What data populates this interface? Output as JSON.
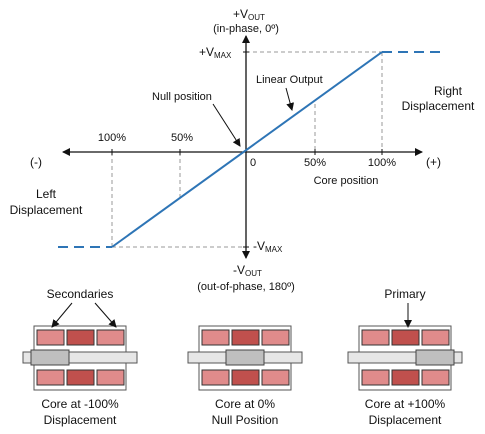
{
  "graph": {
    "y_top_label_main": "+V",
    "y_top_label_sub": "OUT",
    "y_top_note": "(in-phase, 0º)",
    "y_bottom_label_main": "-V",
    "y_bottom_label_sub": "OUT",
    "y_bottom_note": "(out-of-phase, 180º)",
    "vmax_pos_main": "+V",
    "vmax_pos_sub": "MAX",
    "vmax_neg_main": "-V",
    "vmax_neg_sub": "MAX",
    "x_left_sign": "(-)",
    "x_right_sign": "(+)",
    "origin_label": "0",
    "tick_left_100": "100%",
    "tick_left_50": "50%",
    "tick_right_50": "50%",
    "tick_right_100": "100%",
    "x_axis_label": "Core position",
    "null_position": "Null position",
    "linear_output": "Linear Output",
    "left_disp_1": "Left",
    "left_disp_2": "Displacement",
    "right_disp_1": "Right",
    "right_disp_2": "Displacement"
  },
  "colors": {
    "line": "#2e75b6",
    "coil_light": "#e08b8b",
    "coil_dark": "#c0504d",
    "core": "#bfbfbf",
    "rod": "#e6e6e6"
  },
  "diagrams": [
    {
      "top_label": "Secondaries",
      "caption_1": "Core at -100%",
      "caption_2": "Displacement",
      "core_position_percent": -100
    },
    {
      "top_label": "",
      "caption_1": "Core at 0%",
      "caption_2": "Null Position",
      "core_position_percent": 0
    },
    {
      "top_label": "Primary",
      "caption_1": "Core at +100%",
      "caption_2": "Displacement",
      "core_position_percent": 100
    }
  ]
}
